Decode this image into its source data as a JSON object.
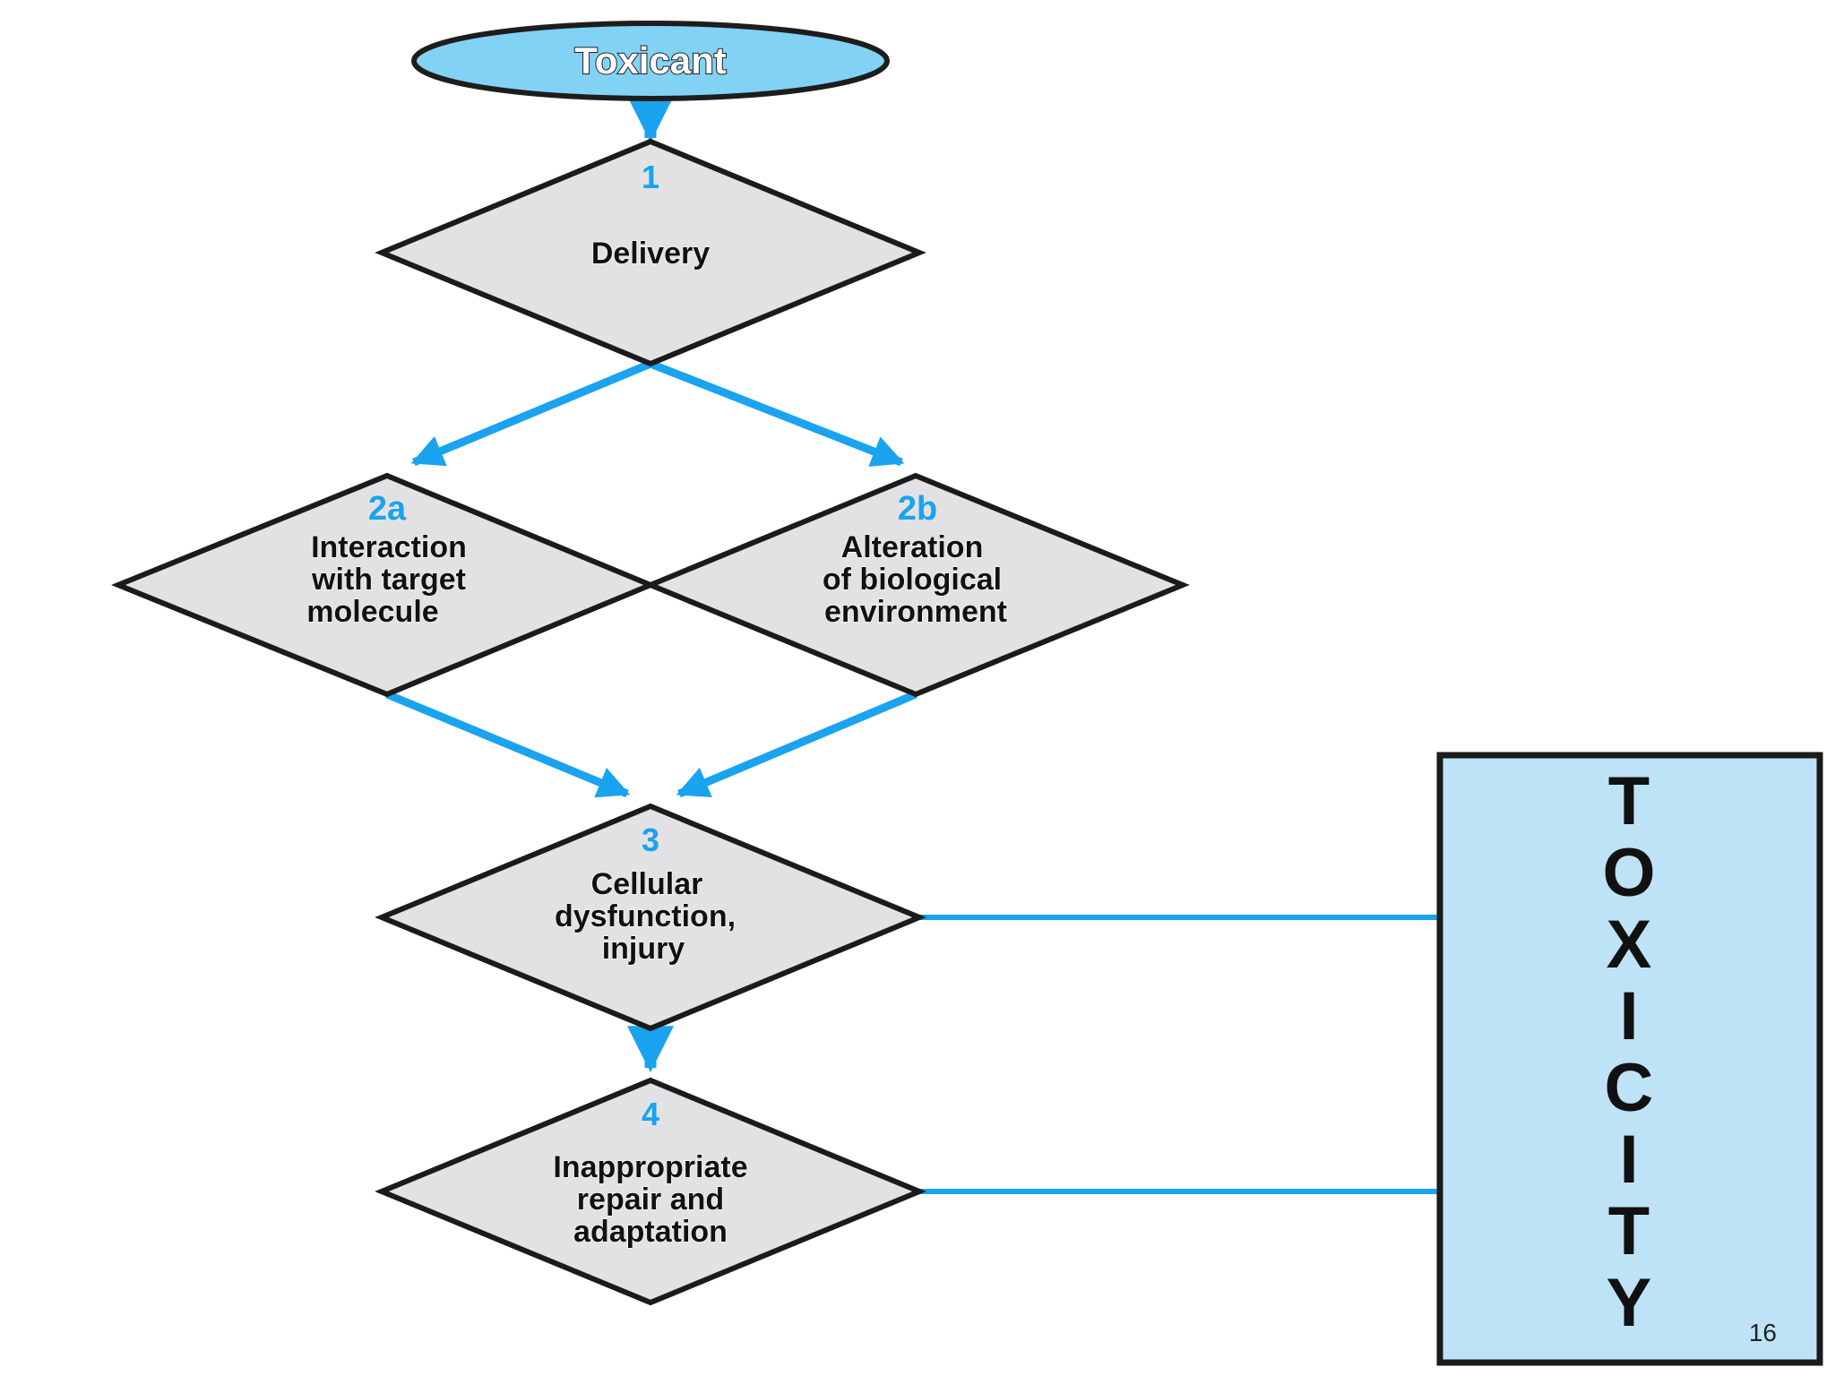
{
  "diagram": {
    "start": {
      "label": "Toxicant"
    },
    "steps": {
      "delivery": {
        "number": "1",
        "lines": [
          "Delivery"
        ]
      },
      "interaction": {
        "number": "2a",
        "lines": [
          "Interaction",
          "with target",
          "molecule"
        ]
      },
      "alteration": {
        "number": "2b",
        "lines": [
          "Alteration",
          "of biological",
          "environment"
        ]
      },
      "cellular": {
        "number": "3",
        "lines": [
          "Cellular",
          "dysfunction,",
          "injury"
        ]
      },
      "repair": {
        "number": "4",
        "lines": [
          "Inappropriate",
          "repair and",
          "adaptation"
        ]
      }
    },
    "outcome": {
      "label": "TOXICITY"
    }
  },
  "colors": {
    "arrow": "#1aa3ee",
    "diamond_fill": "#e2e2e4",
    "toxicity_fill": "#bfe3f6",
    "start_fill": "#82d2f5",
    "number": "#1aa3ee"
  },
  "page_number": "16"
}
